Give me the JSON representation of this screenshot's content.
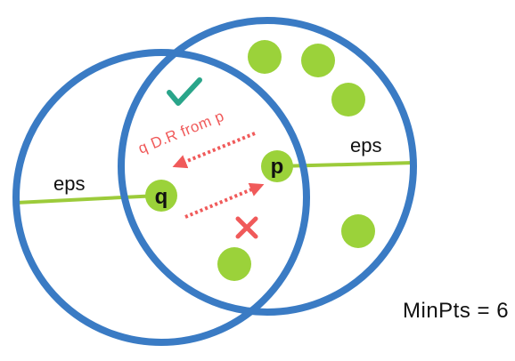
{
  "diagram": {
    "points": {
      "q_label": "q",
      "p_label": "p"
    },
    "radius_labels": {
      "left": "eps",
      "right": "eps"
    },
    "relation_label": "q D.R from p",
    "min_pts_label": "MinPts = 6",
    "check_icon": "checkmark-icon",
    "cross_icon": "cross-icon",
    "colors": {
      "circle_stroke": "#3a7bc4",
      "radius_line": "#9ccb3a",
      "point_fill": "#9bd23a",
      "arrow": "#f05a5a",
      "relation_text": "#f05a5a",
      "check": "#2aa58a",
      "cross": "#f05a5a"
    }
  }
}
